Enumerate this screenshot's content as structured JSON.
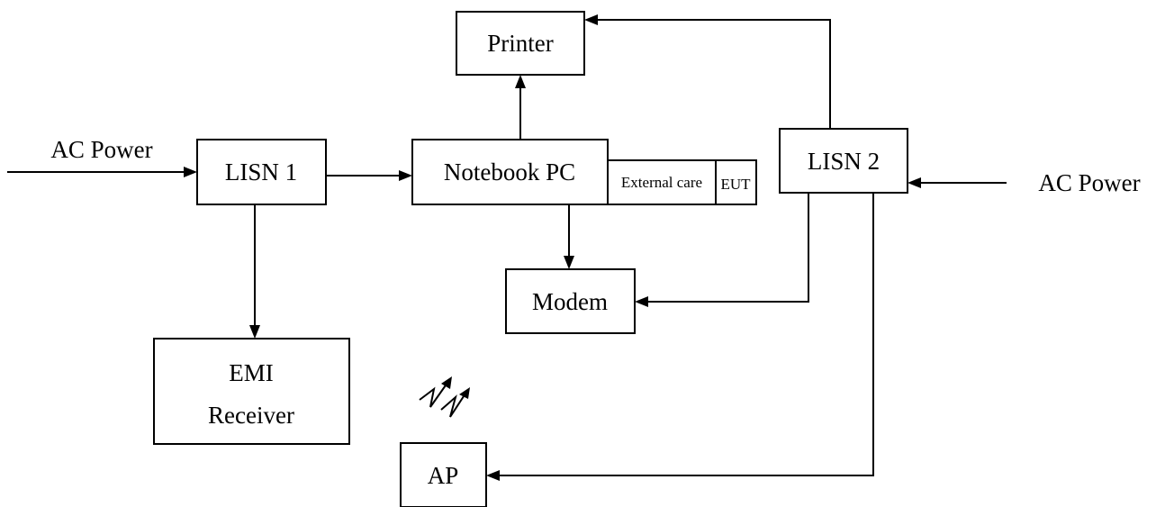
{
  "diagram": {
    "nodes": {
      "printer": "Printer",
      "lisn1": "LISN 1",
      "notebook": "Notebook PC",
      "external_cable": "External care",
      "eut": "EUT",
      "lisn2": "LISN 2",
      "modem": "Modem",
      "emi_line1": "EMI",
      "emi_line2": "Receiver",
      "ap": "AP"
    },
    "labels": {
      "ac_power_left": "AC Power",
      "ac_power_right": "AC Power"
    },
    "icons": {
      "wireless": "wireless-signal-icon"
    },
    "colors": {
      "line": "#000000",
      "background": "#ffffff"
    }
  }
}
